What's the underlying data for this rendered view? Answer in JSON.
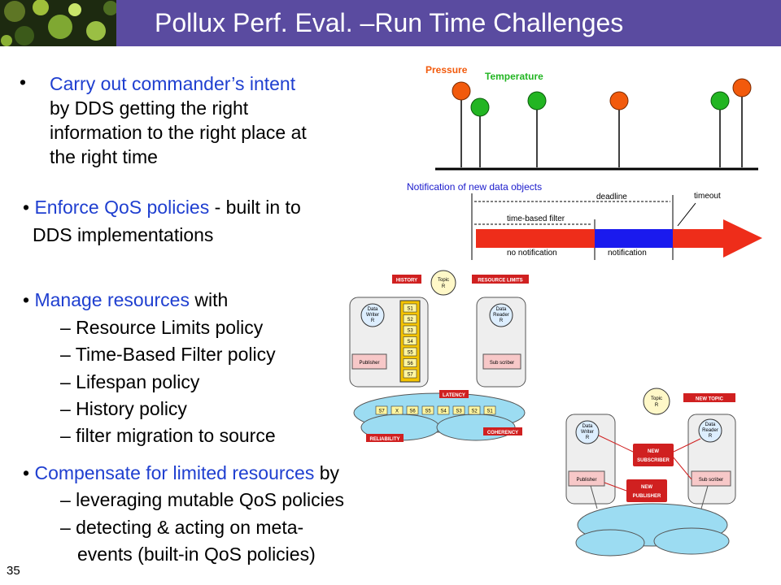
{
  "slide": {
    "title": "Pollux Perf. Eval. –Run Time Challenges",
    "number": "35"
  },
  "bullets": {
    "b1": {
      "blue": "Carry out commander’s intent",
      "lines": [
        "by DDS getting the right",
        "information to the right place at",
        "the right time"
      ]
    },
    "b2": {
      "blue": "Enforce QoS policies",
      "rest": " - built in to",
      "line2": "DDS implementations"
    },
    "b3": {
      "blue": "Manage resources",
      "rest": " with",
      "subs": [
        "– Resource Limits policy",
        "– Time-Based Filter policy",
        "– Lifespan policy",
        "– History policy",
        "– filter migration to source"
      ]
    },
    "b4": {
      "blue": "Compensate for limited resources",
      "rest": " by",
      "subs": [
        "– leveraging mutable QoS policies",
        "– detecting & acting on meta-",
        "events (built-in QoS policies)"
      ]
    }
  },
  "diagram_top": {
    "pressure": "Pressure",
    "temperature": "Temperature",
    "notification_title": "Notification of new data objects",
    "deadline": "deadline",
    "timeout": "timeout",
    "time_based_filter": "time-based filter",
    "no_notification": "no notification",
    "notification": "notification",
    "colors": {
      "pressure": "#f25a0c",
      "temperature": "#22b522",
      "red": "#ee2d1a",
      "blue": "#1a1aee"
    }
  },
  "diagram_mid": {
    "history": "HISTORY",
    "resource_limits": "RESOURCE LIMITS",
    "topic": "Topic",
    "r": "R",
    "data_writer": [
      "Data",
      "Writer"
    ],
    "data_reader": [
      "Data",
      "Reader"
    ],
    "publisher": "Publisher",
    "subscriber": "Sub scriber",
    "latency": "LATENCY",
    "reliability": "RELIABILITY",
    "coherency": "COHERENCY",
    "history_items": [
      "S1",
      "S2",
      "S3",
      "S4",
      "S5",
      "S6",
      "S7"
    ],
    "network_items": [
      "S7",
      "X",
      "S6",
      "S5",
      "S4",
      "S3",
      "S2",
      "S1"
    ]
  },
  "diagram_bottom": {
    "topic": "Topic",
    "r": "R",
    "new_topic": "NEW TOPIC",
    "data_writer": [
      "Data",
      "Writer"
    ],
    "data_reader": [
      "Data",
      "Reader"
    ],
    "new_subscriber": [
      "NEW",
      "SUBSCRIBER"
    ],
    "new_publisher": [
      "NEW",
      "PUBLISHER"
    ],
    "publisher": "Publisher",
    "subscriber": "Sub scriber"
  }
}
